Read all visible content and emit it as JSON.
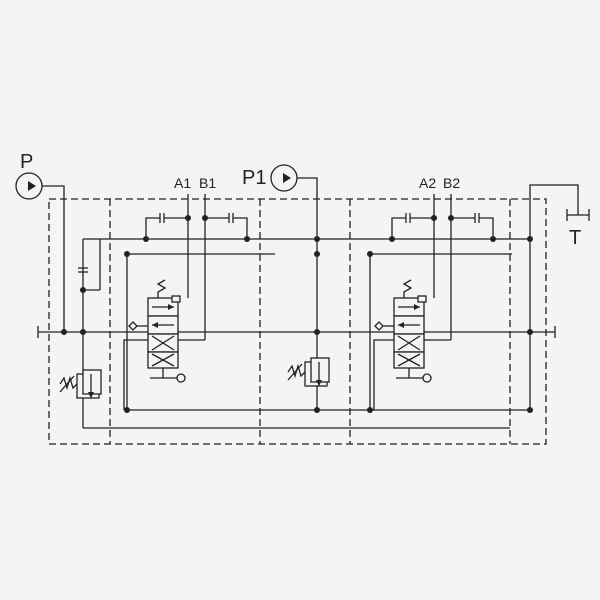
{
  "ports": {
    "p": "P",
    "p1": "P1",
    "t": "T",
    "a1": "A1",
    "b1": "B1",
    "a2": "A2",
    "b2": "B2"
  },
  "colors": {
    "line": "#222222",
    "background": "#f4f4f2"
  },
  "symbols": [
    "pump-icon",
    "pump-icon",
    "tank-icon",
    "valve-icon",
    "valve-icon",
    "relief-valve-icon",
    "relief-valve-icon",
    "check-valve-icon",
    "check-valve-icon"
  ]
}
